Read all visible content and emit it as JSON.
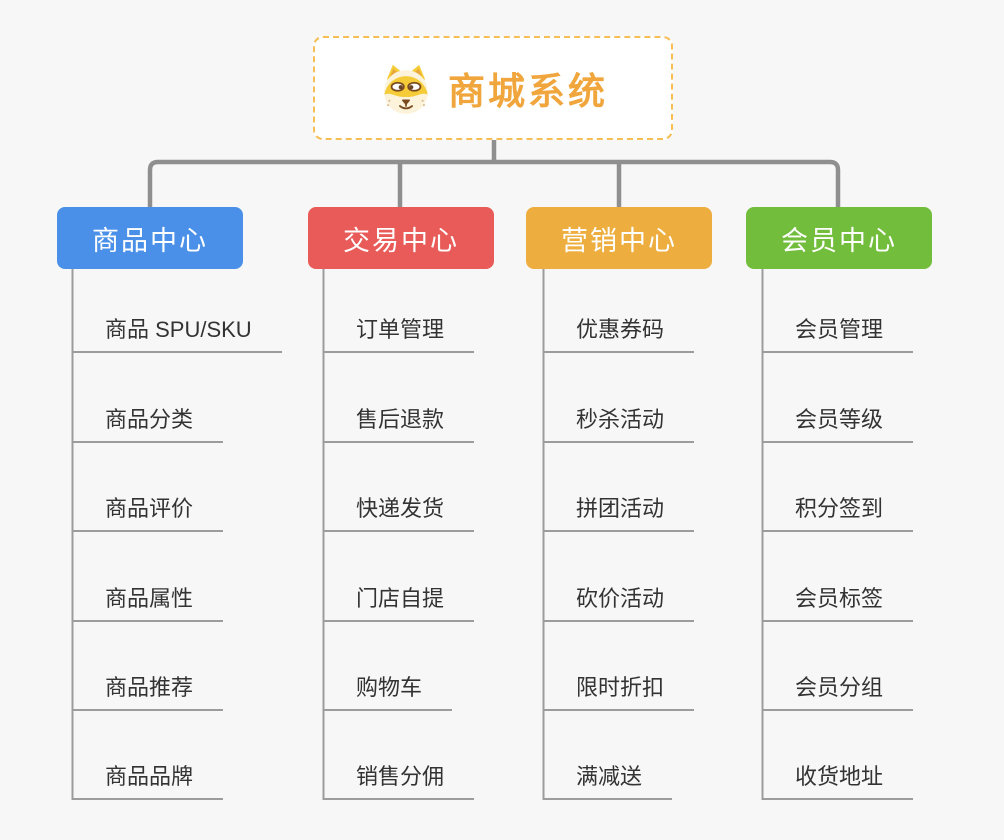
{
  "root": {
    "title": "商城系统",
    "icon": "dog-face-icon"
  },
  "colors": {
    "background": "#F7F7F7",
    "root_text": "#F0A63C",
    "root_border": "#F6BE55",
    "connector_main": "#8F8F8F",
    "connector_child": "#9C9C9C",
    "leaf_text": "#333333",
    "branch_text": "#FFFFFF"
  },
  "branches": [
    {
      "label": "商品中心",
      "color": "#4A90E8",
      "children": [
        "商品 SPU/SKU",
        "商品分类",
        "商品评价",
        "商品属性",
        "商品推荐",
        "商品品牌"
      ]
    },
    {
      "label": "交易中心",
      "color": "#E85B58",
      "children": [
        "订单管理",
        "售后退款",
        "快递发货",
        "门店自提",
        "购物车",
        "销售分佣"
      ]
    },
    {
      "label": "营销中心",
      "color": "#EDAE3F",
      "children": [
        "优惠券码",
        "秒杀活动",
        "拼团活动",
        "砍价活动",
        "限时折扣",
        "满减送"
      ]
    },
    {
      "label": "会员中心",
      "color": "#72BE3C",
      "children": [
        "会员管理",
        "会员等级",
        "积分签到",
        "会员标签",
        "会员分组",
        "收货地址"
      ]
    }
  ]
}
